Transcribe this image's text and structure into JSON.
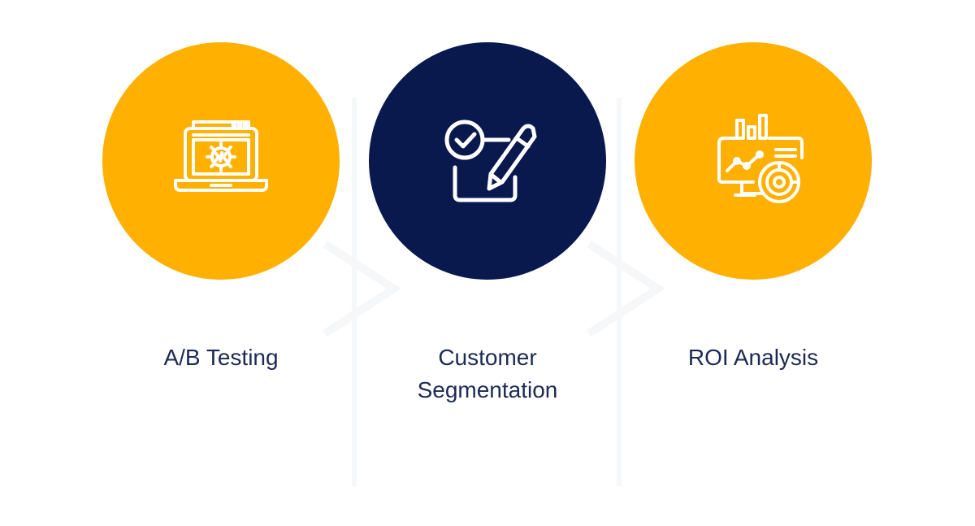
{
  "colors": {
    "accent_yellow": "#FFB000",
    "accent_navy": "#09184D",
    "label_text": "#1C2A55",
    "icon_stroke": "#FFFFFF",
    "divider": "#F6F7F9"
  },
  "steps": [
    {
      "label": "A/B Testing",
      "icon": "laptop-gear-icon",
      "circle_color": "#FFB000"
    },
    {
      "label": "Customer Segmentation",
      "icon": "checklist-pencil-icon",
      "circle_color": "#09184D"
    },
    {
      "label": "ROI Analysis",
      "icon": "analytics-target-icon",
      "circle_color": "#FFB000"
    }
  ]
}
